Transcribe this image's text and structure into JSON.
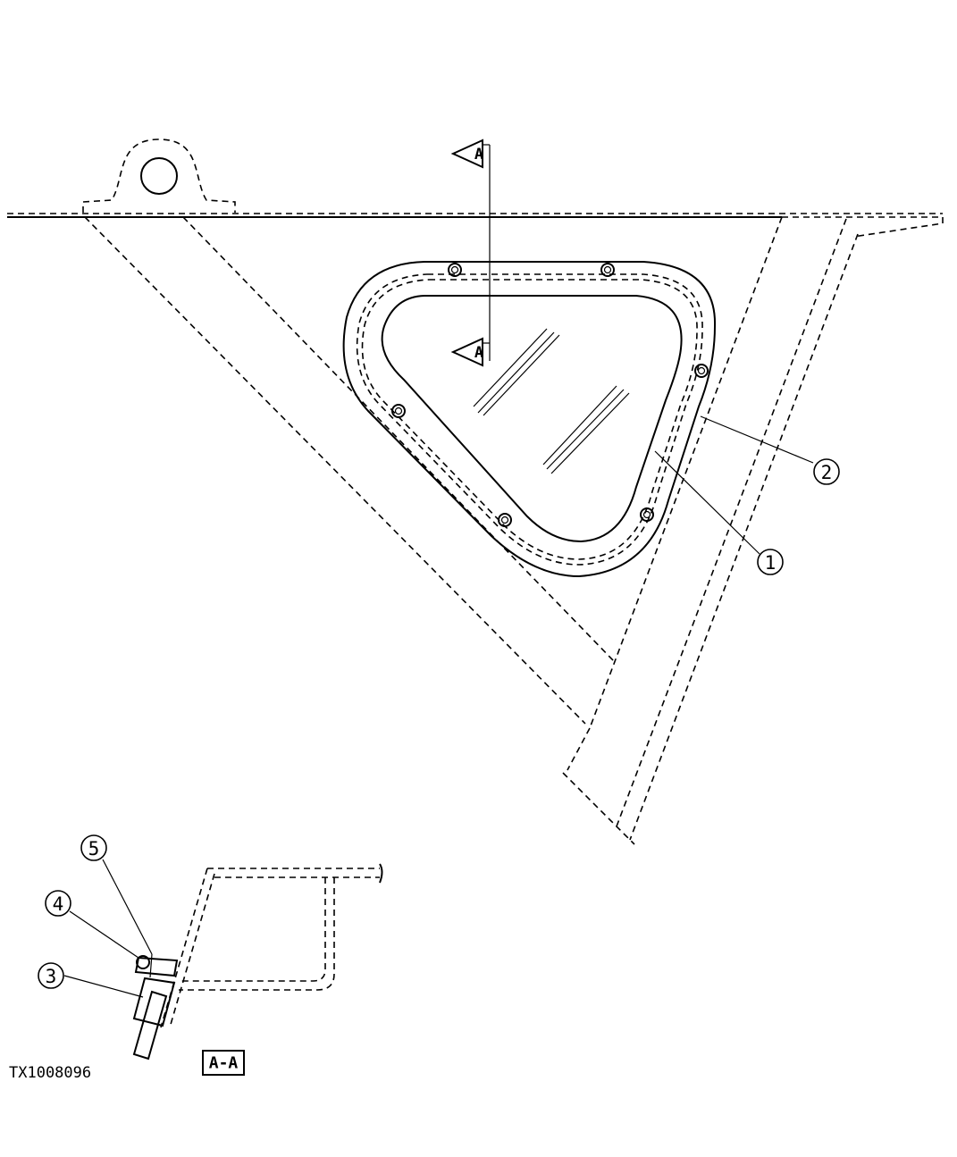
{
  "section_marker": {
    "top_letter": "A",
    "bottom_letter": "A"
  },
  "callouts": [
    {
      "id": "1",
      "label": "1",
      "part": "window-glass"
    },
    {
      "id": "2",
      "label": "2",
      "part": "window-seal"
    },
    {
      "id": "3",
      "label": "3",
      "part": "frame-seal"
    },
    {
      "id": "4",
      "label": "4",
      "part": "fastener-nut"
    },
    {
      "id": "5",
      "label": "5",
      "part": "fastener-bolt"
    }
  ],
  "section_view_label": "A-A",
  "figure_id": "TX1008096"
}
